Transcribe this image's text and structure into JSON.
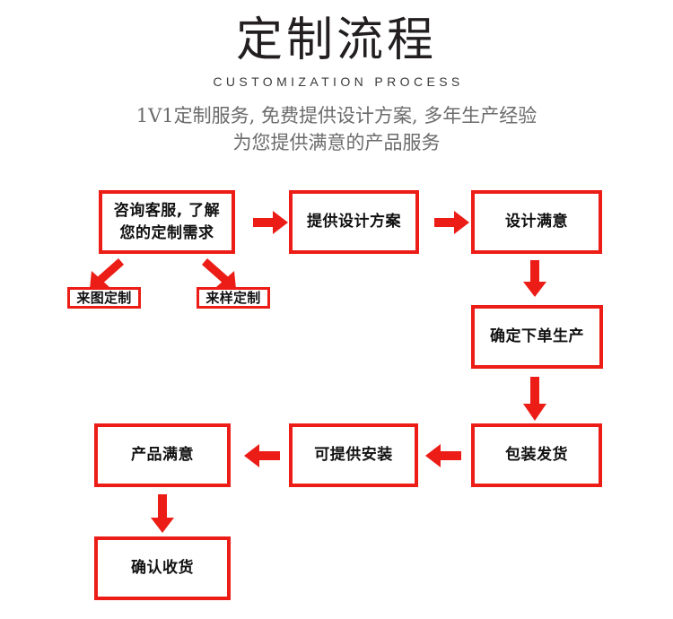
{
  "header": {
    "title": "定制流程",
    "subtitle": "CUSTOMIZATION PROCESS",
    "desc_line1": "1V1定制服务, 免费提供设计方案, 多年生产经验",
    "desc_line2": "为您提供满意的产品服务"
  },
  "colors": {
    "accent_red": "#ec1c16",
    "title_black": "#231f20",
    "desc_gray": "#6b6b6b",
    "box_text": "#111111",
    "background": "#ffffff"
  },
  "flow": {
    "nodes": [
      {
        "id": "consult",
        "line1": "咨询客服, 了解",
        "line2": "您的定制需求"
      },
      {
        "id": "design-plan",
        "line1": "提供设计方案",
        "line2": ""
      },
      {
        "id": "design-ok",
        "line1": "设计满意",
        "line2": ""
      },
      {
        "id": "custom-image",
        "line1": "来图定制",
        "line2": ""
      },
      {
        "id": "custom-sample",
        "line1": "来样定制",
        "line2": ""
      },
      {
        "id": "confirm-order",
        "line1": "确定下单生产",
        "line2": ""
      },
      {
        "id": "pack-ship",
        "line1": "包装发货",
        "line2": ""
      },
      {
        "id": "install",
        "line1": "可提供安装",
        "line2": ""
      },
      {
        "id": "product-ok",
        "line1": "产品满意",
        "line2": ""
      },
      {
        "id": "confirm-receive",
        "line1": "确认收货",
        "line2": ""
      }
    ],
    "connectors": [
      {
        "id": "consult-to-design-plan",
        "direction": "right",
        "icon": "arrow-right-icon"
      },
      {
        "id": "design-plan-to-design-ok",
        "direction": "right",
        "icon": "arrow-right-icon"
      },
      {
        "id": "consult-to-custom-image",
        "direction": "down-left",
        "icon": "arrow-down-left-icon"
      },
      {
        "id": "consult-to-custom-sample",
        "direction": "down-right",
        "icon": "arrow-down-right-icon"
      },
      {
        "id": "design-ok-to-confirm-order",
        "direction": "down",
        "icon": "arrow-down-icon"
      },
      {
        "id": "confirm-order-to-pack-ship",
        "direction": "down",
        "icon": "arrow-down-icon"
      },
      {
        "id": "pack-ship-to-install",
        "direction": "left",
        "icon": "arrow-left-icon"
      },
      {
        "id": "install-to-product-ok",
        "direction": "left",
        "icon": "arrow-left-icon"
      },
      {
        "id": "product-ok-to-confirm-receive",
        "direction": "down",
        "icon": "arrow-down-icon"
      }
    ]
  }
}
